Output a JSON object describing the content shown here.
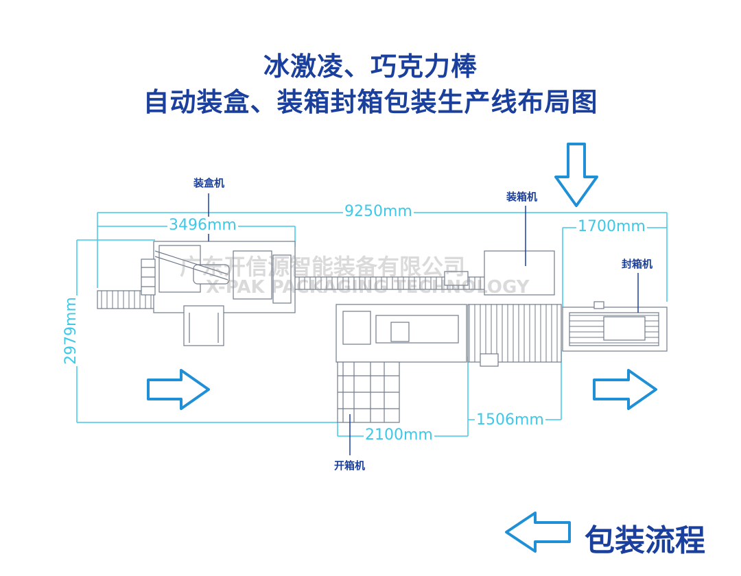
{
  "title": {
    "line1": "冰激凌、巧克力棒",
    "line2": "自动装盒、装箱封箱包装生产线布局图"
  },
  "machines": {
    "cartoner": "装盒机",
    "case_packer": "装箱机",
    "case_sealer": "封箱机",
    "case_erector": "开箱机"
  },
  "dimensions": {
    "total_length": "9250mm",
    "cartoner_length": "3496mm",
    "sealer_length": "1700mm",
    "line_width": "2979mm",
    "erector_length": "2100mm",
    "gap_length": "1506mm"
  },
  "watermark": {
    "cn": "广东开信源智能装备有限公司",
    "en": "X-PAK PACKAGING TECHNOLOGY"
  },
  "footer": {
    "flow_label": "包装流程"
  },
  "colors": {
    "title": "#1a3f9c",
    "dimension": "#3ec8e8",
    "machine_line": "#6f7a8a",
    "arrow_fill": "#ffffff",
    "arrow_stroke": "#1f8fd6"
  },
  "icons": [
    "arrow-down-icon",
    "arrow-right-icon",
    "arrow-left-icon"
  ]
}
